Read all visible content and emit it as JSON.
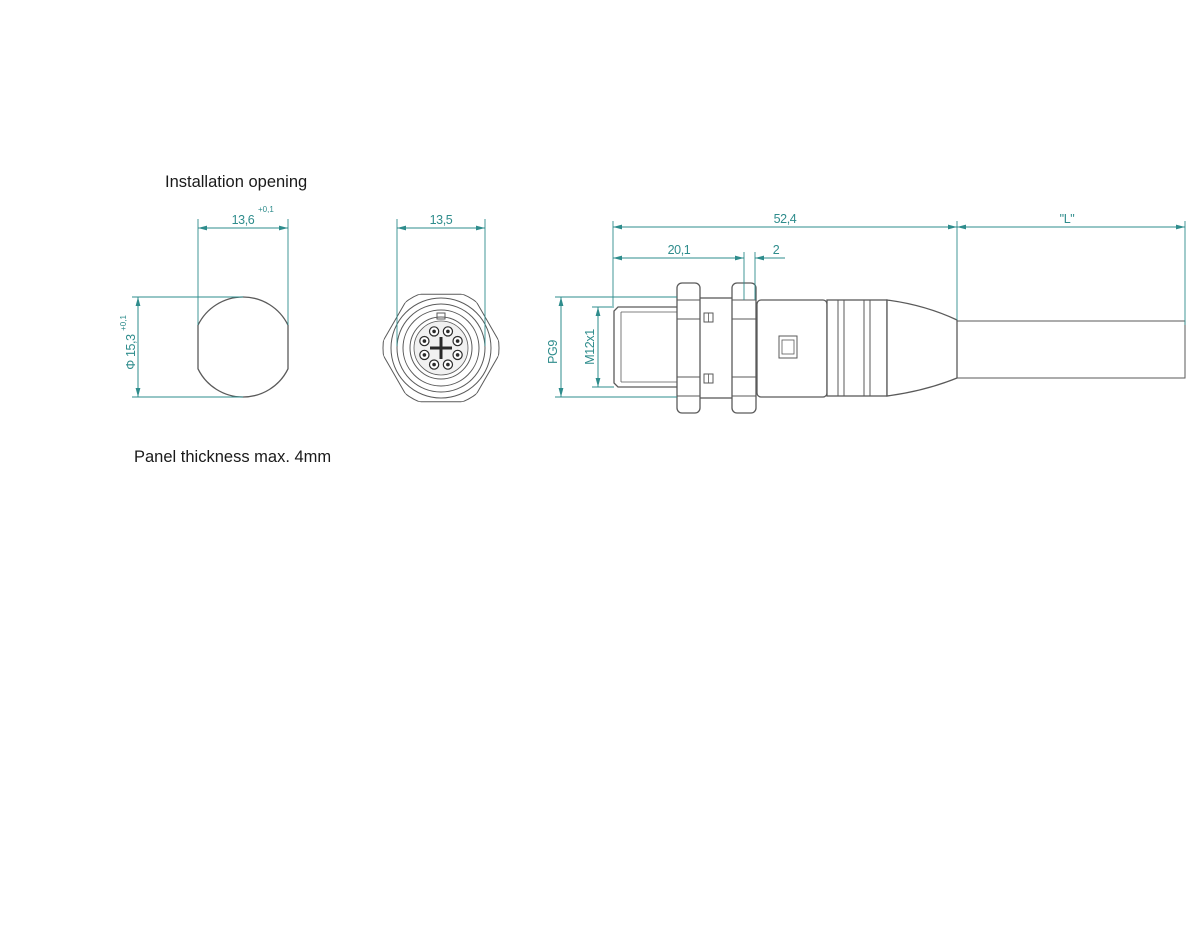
{
  "labels": {
    "installation_title": "Installation opening",
    "panel_note": "Panel thickness max. 4mm"
  },
  "opening": {
    "width_label": "13,6",
    "width_tolerance": "+0,1",
    "diameter_label": "Φ 15,3",
    "diameter_tolerance": "+0,1"
  },
  "front_view": {
    "width_label": "13,5"
  },
  "side_view": {
    "overall_length": "52,4",
    "cable_length": "\"L\"",
    "thread_length": "20,1",
    "gap_length": "2",
    "pg_label": "PG9",
    "thread_label": "M12x1"
  },
  "colors": {
    "dimension": "#2e8c8c",
    "outline": "#5a5a5a",
    "text": "#1a1a1a"
  }
}
